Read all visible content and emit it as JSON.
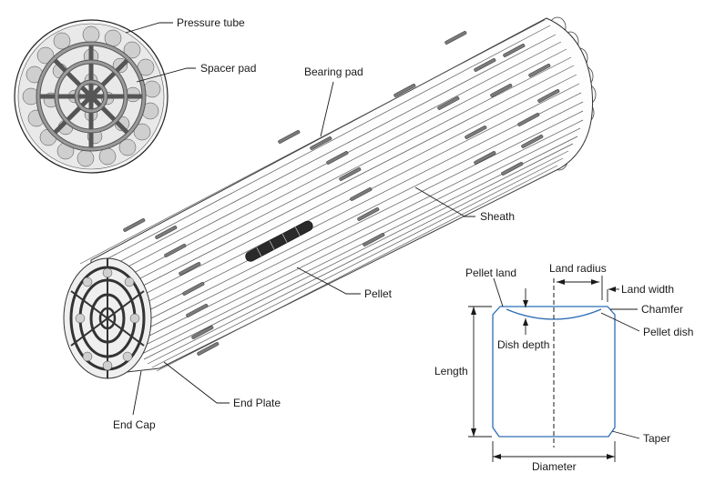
{
  "labels": {
    "pressure_tube": "Pressure tube",
    "spacer_pad": "Spacer pad",
    "bearing_pad": "Bearing pad",
    "sheath": "Sheath",
    "pellet": "Pellet",
    "end_plate": "End Plate",
    "end_cap": "End Cap"
  },
  "pellet_labels": {
    "pellet_land": "Pellet land",
    "land_radius": "Land radius",
    "land_width": "Land width",
    "chamfer": "Chamfer",
    "pellet_dish": "Pellet dish",
    "dish_depth": "Dish depth",
    "length": "Length",
    "taper": "Taper",
    "diameter": "Diameter"
  },
  "colors": {
    "pellet_outline": "#2d6db5",
    "line": "#1a1a1a"
  }
}
